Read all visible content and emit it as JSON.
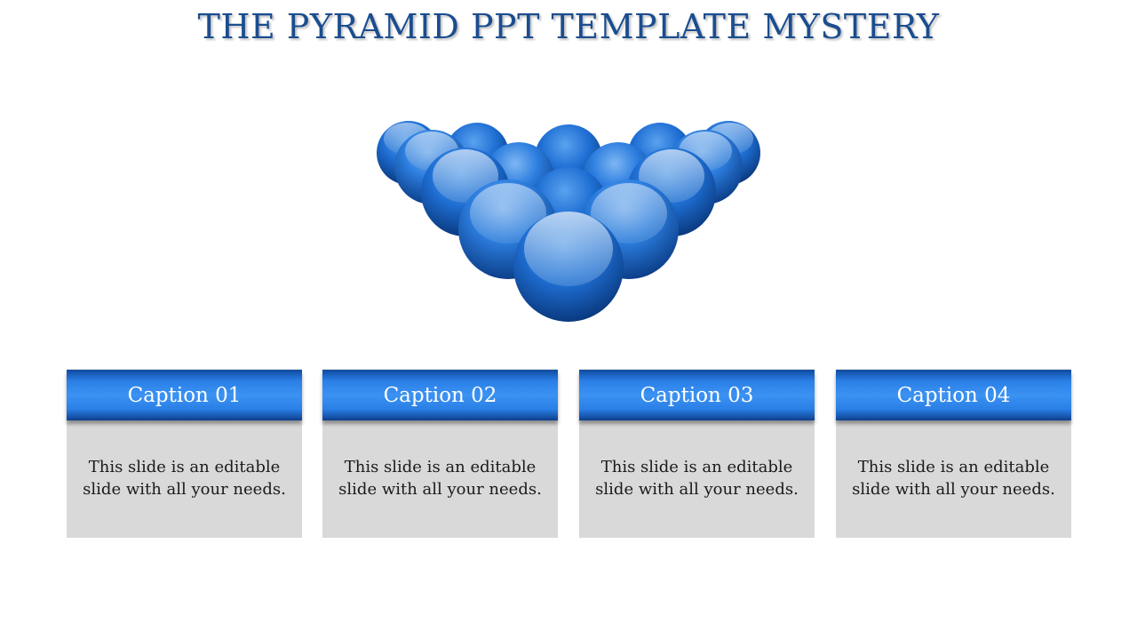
{
  "slide": {
    "title": "THE PYRAMID PPT TEMPLATE MYSTERY"
  },
  "colors": {
    "title": "#1b4d8f",
    "accent": "#2a7fe6",
    "accent_dark": "#0d3f8c",
    "card_body": "#d9d9d9",
    "ball_light": "#9fc8f5",
    "ball_dark": "#0f4a9e"
  },
  "illustration": {
    "icon": "sphere-pyramid-icon"
  },
  "cards": [
    {
      "caption": "Caption 01",
      "text": "This slide is an editable slide with all your needs."
    },
    {
      "caption": "Caption 02",
      "text": "This slide is an editable slide with all your needs."
    },
    {
      "caption": "Caption 03",
      "text": "This slide is an editable slide with all your needs."
    },
    {
      "caption": "Caption 04",
      "text": "This slide is an editable slide with all your needs."
    }
  ]
}
